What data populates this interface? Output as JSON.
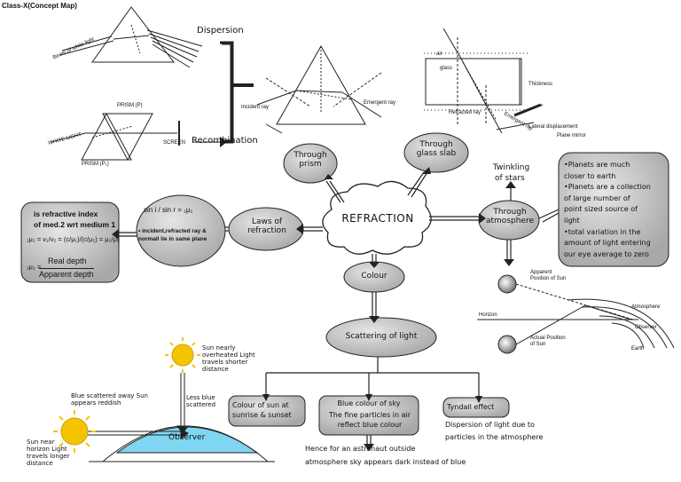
{
  "title": "Class-X(Concept Map)",
  "center": "REFRACTION",
  "nodes": {
    "through_prism": "Through prism",
    "through_glass_slab": "Through glass slab",
    "through_atmosphere": "Through atmosphere",
    "laws_of_refraction": "Laws of refraction",
    "colour": "Colour",
    "scattering_of_light": "Scattering of light",
    "colour_of_sun": "Colour of sun at sunrise & sunset",
    "blue_sky_title": "Blue colour of sky",
    "blue_sky_desc": "The fine particles in air reflect blue colour",
    "tyndall_effect": "Tyndall effect",
    "tyndall_desc_1": "Dispersion of light due to",
    "tyndall_desc_2": "particles in the atmosphere",
    "astronaut_1": "Hence for an astronaut outside",
    "astronaut_2": "atmosphere sky appears dark instead of blue",
    "twinkling_1": "Twinkling",
    "twinkling_2": "of stars"
  },
  "planets_box": [
    "•Planets are much",
    "closer to earth",
    "•Planets are a collection",
    "of large number of",
    "point sized source of",
    "light",
    "•total variation in the",
    "amount of light entering",
    "our eye average to zero"
  ],
  "laws_box": {
    "formula": "sin i / sin r = ₁μ₂",
    "point": "• incident,refracted ray & normall lie in same plane"
  },
  "index_box": {
    "line1": "is refractive index",
    "line2": "of med.2 wrt medium 1",
    "formula": "₁μ₂ = v₁/v₂ = (c/μ₁)/(c/μ₂) = μ₂/μ₁",
    "depth_prefix": "₁μ₂ =",
    "real_depth": "Real depth",
    "apparent_depth": "Apparent depth"
  },
  "diagram_labels": {
    "dispersion": "Dispersion",
    "recombination": "Recombination",
    "beam_of_white_light": "Beam of white light",
    "prism_p": "PRISM (P)",
    "prism_p1": "PRISM (P₁)",
    "white_light": "WHITE LIGHT",
    "screen": "SCREEN",
    "incident_ray": "Incident ray",
    "emergent_ray": "Emergent ray",
    "glass": "glass",
    "air": "air",
    "thickness": "Thickness",
    "lateral_displacement": "Lateral displacement",
    "plane_mirror": "Plane mirror",
    "refracted_ray": "Refracted ray",
    "emergent_ray_slab": "Emergent ray",
    "apparent_position": "Apparent Position of Sun",
    "actual_position": "Actual Position of Sun",
    "horizon_label": "Horizon",
    "atmosphere_label": "Atmosphere",
    "observer_label": "Observer",
    "earth_label": "Earth"
  },
  "bottom_diagram": {
    "sun_overhead": "Sun nearly overheated Light travels shorter distance",
    "less_blue": "Less blue scattered",
    "blue_scattered": "Blue scattered away Sun appears reddish",
    "sun_horizon": "Sun near horizon Light travels longer distance",
    "observer": "Observer"
  },
  "colors": {
    "node_fill": "#c9c9c9",
    "box_fill": "#d9d9d9",
    "sun": "#f5c400",
    "water": "#7fd6f2"
  }
}
